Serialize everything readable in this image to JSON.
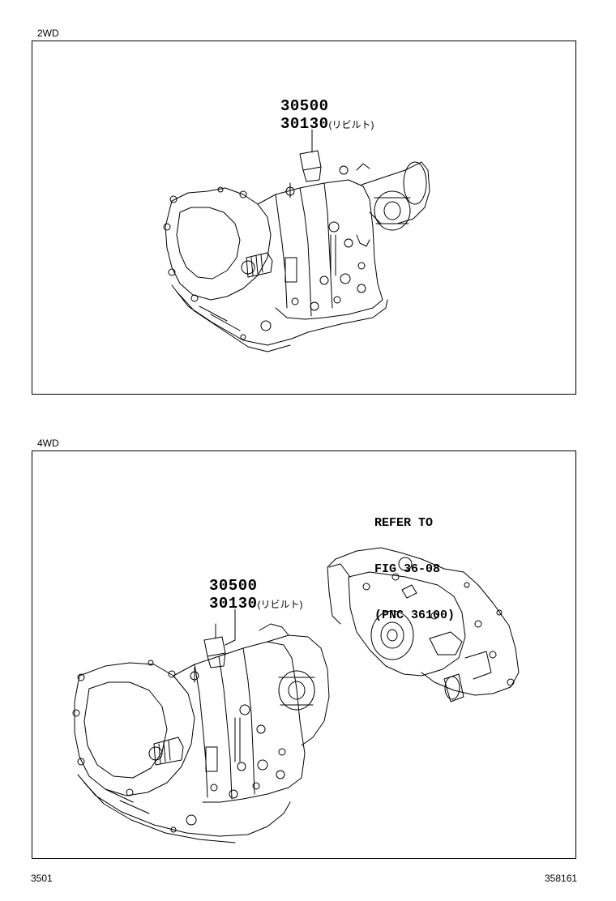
{
  "sections": {
    "top": {
      "label": "2WD",
      "part_numbers": [
        "30500",
        "30130"
      ],
      "rebuilt_note": "(リビルト)"
    },
    "bottom": {
      "label": "4WD",
      "part_numbers": [
        "30500",
        "30130"
      ],
      "rebuilt_note": "(リビルト)",
      "refer_lines": [
        "REFER TO",
        "FIG 36-08",
        "(PNC 36100)"
      ]
    }
  },
  "footer": {
    "left_code": "3501",
    "right_code": "358161"
  }
}
